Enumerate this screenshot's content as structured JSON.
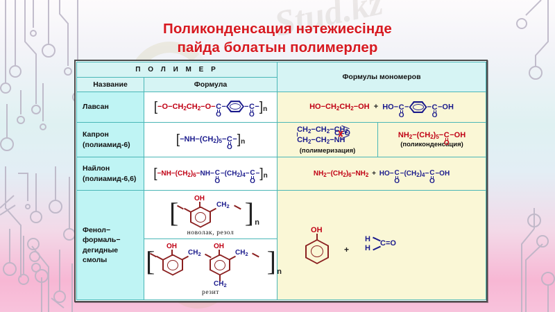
{
  "slide": {
    "title_line1": "Поликонденсация нәтежиесінде",
    "title_line2": "пайда болатын полимерлер",
    "watermark": "Stud.kz",
    "title_color": "#d71920",
    "accent_border_color": "#49b6b6",
    "name_cell_color": "#bff4f4",
    "monomer_cell_color": "#faf7d6"
  },
  "table": {
    "header": {
      "polymer_group": "П О Л И М Е Р",
      "name": "Название",
      "formula": "Формула",
      "monomers": "Формулы мономеров"
    },
    "rows": [
      {
        "name": "Лавсан",
        "name_line2": "",
        "formula_text": "[−O−CH2CH2−O−C(=O)−C6H4−C(=O)−]n",
        "monomers_text": "HO−CH2CH2−OH + HO−C(=O)−C6H4−C(=O)−OH",
        "plus": "+"
      },
      {
        "name": "Капрон",
        "name_line2": "(полиамид-6)",
        "formula_text": "[−NH−(CH2)5−C(=O)−]n",
        "monomer_a_text": "CH2−CH2−CH2 / CH2−CH2−NH  C=O",
        "monomer_a_caption": "(полимеризация)",
        "monomer_b_text": "NH2−(CH2)5−C(=O)−OH",
        "monomer_b_caption": "(поликонденсация)"
      },
      {
        "name": "Найлон",
        "name_line2": "(полиамид-6,6)",
        "formula_text": "[−NH−(CH2)6−NH−C(=O)−(CH2)4−C(=O)−]n",
        "monomers_text": "NH2−(CH2)6−NH2 + HO−C(=O)−(CH2)4−C(=O)−OH",
        "plus": "+"
      },
      {
        "name": "Фенол−",
        "name_line2": "формаль−",
        "name_line3": "дегидные",
        "name_line4": "смолы",
        "figure1_caption": "новолак, резол",
        "figure2_caption": "резит",
        "monomer_plus": "+",
        "monomer_phenol_label": "OH",
        "formaldehyde": {
          "h1": "H",
          "h2": "H",
          "co": "C=O"
        }
      }
    ]
  },
  "labels": {
    "OH": "OH",
    "O": "O",
    "HO": "HO",
    "NH": "NH",
    "NH2": "NH2",
    "CH2": "CH2",
    "C": "C",
    "n": "n",
    "plus": "+"
  }
}
